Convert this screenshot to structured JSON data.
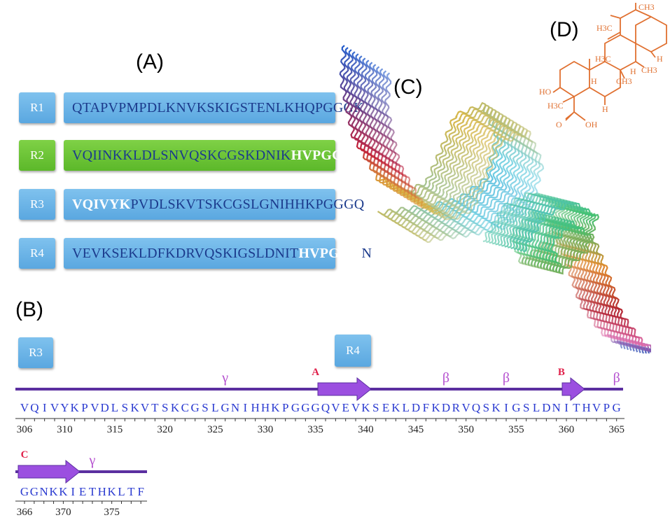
{
  "panels": {
    "a": {
      "label": "(A)",
      "repeats": [
        {
          "tag": "R1",
          "color": "blue",
          "parts": [
            {
              "text": "QTAPVPMPDLKNVKSKIGSTENLKHQPGGGK",
              "hl": false
            }
          ]
        },
        {
          "tag": "R2",
          "color": "green",
          "parts": [
            {
              "text": "VQIINKKLDLSNVQSKCGSKDNIK",
              "hl": false
            },
            {
              "text": "HVPGGGS",
              "hl": true
            }
          ]
        },
        {
          "tag": "R3",
          "color": "blue",
          "parts": [
            {
              "text": "VQIVYK",
              "hl": true
            },
            {
              "text": "PVDLSKVTSKCGSLGNIHHKPGGGQ",
              "hl": false
            }
          ]
        },
        {
          "tag": "R4",
          "color": "blue",
          "parts": [
            {
              "text": "VEVKSEKLDFKDRVQSKIGSLDNIT",
              "hl": false
            },
            {
              "text": "HVPGGG",
              "hl": true
            },
            {
              "text": "N",
              "hl": false
            }
          ]
        }
      ]
    },
    "b": {
      "label": "(B)",
      "tags": [
        "R3",
        "R4"
      ],
      "row1": {
        "sequence": [
          "V",
          "Q",
          "I",
          "V",
          "Y",
          "K",
          "P",
          "V",
          "D",
          "L",
          "S",
          "K",
          "V",
          "T",
          "S",
          "K",
          "C",
          "G",
          "S",
          "L",
          "G",
          "N",
          "I",
          "H",
          "H",
          "K",
          "P",
          "G",
          "G",
          "G",
          "Q",
          "V",
          "E",
          "V",
          "K",
          "S",
          "E",
          "K",
          "L",
          "D",
          "F",
          "K",
          "D",
          "R",
          "V",
          "Q",
          "S",
          "K",
          "I",
          "G",
          "S",
          "L",
          "D",
          "N",
          "I",
          "T",
          "H",
          "V",
          "P",
          "G"
        ],
        "ticks": [
          "306",
          "310",
          "315",
          "320",
          "325",
          "330",
          "335",
          "340",
          "345",
          "350",
          "355",
          "360",
          "365"
        ],
        "structure": [
          {
            "symbol": "γ",
            "kind": "turn",
            "pos": 20
          },
          {
            "symbol": "A",
            "kind": "strand-label",
            "pos": 29
          },
          {
            "symbol": "β",
            "kind": "turn",
            "pos": 42
          },
          {
            "symbol": "β",
            "kind": "turn",
            "pos": 48
          },
          {
            "symbol": "B",
            "kind": "strand-label",
            "pos": 53.5
          },
          {
            "symbol": "β",
            "kind": "turn",
            "pos": 59
          }
        ]
      },
      "row2": {
        "sequence": [
          "G",
          "G",
          "N",
          "K",
          "K",
          "I",
          "E",
          "T",
          "H",
          "K",
          "L",
          "T",
          "F"
        ],
        "ticks": [
          "366",
          "370",
          "375"
        ],
        "structure": [
          {
            "symbol": "C",
            "kind": "strand-label",
            "pos": 0
          },
          {
            "symbol": "γ",
            "kind": "turn",
            "pos": 7
          }
        ]
      }
    },
    "c": {
      "label": "(C)"
    },
    "d": {
      "label": "(D)",
      "atom_labels": [
        "CH3",
        "H3C",
        "H3C",
        "CH3",
        "H",
        "H",
        "CH3",
        "H",
        "HO",
        "H3C",
        "H",
        "O",
        "OH"
      ]
    }
  },
  "colors": {
    "tag_blue": "#5aa7e0",
    "tag_green": "#5cb82a",
    "sequence_text": "#1b3a8c",
    "strand_arrow": "#9b4fe0",
    "backbone_line": "#5b2fa0",
    "turn_symbol": "#b44fcf",
    "strand_label": "#e0204a",
    "molecule": "#e07030"
  }
}
